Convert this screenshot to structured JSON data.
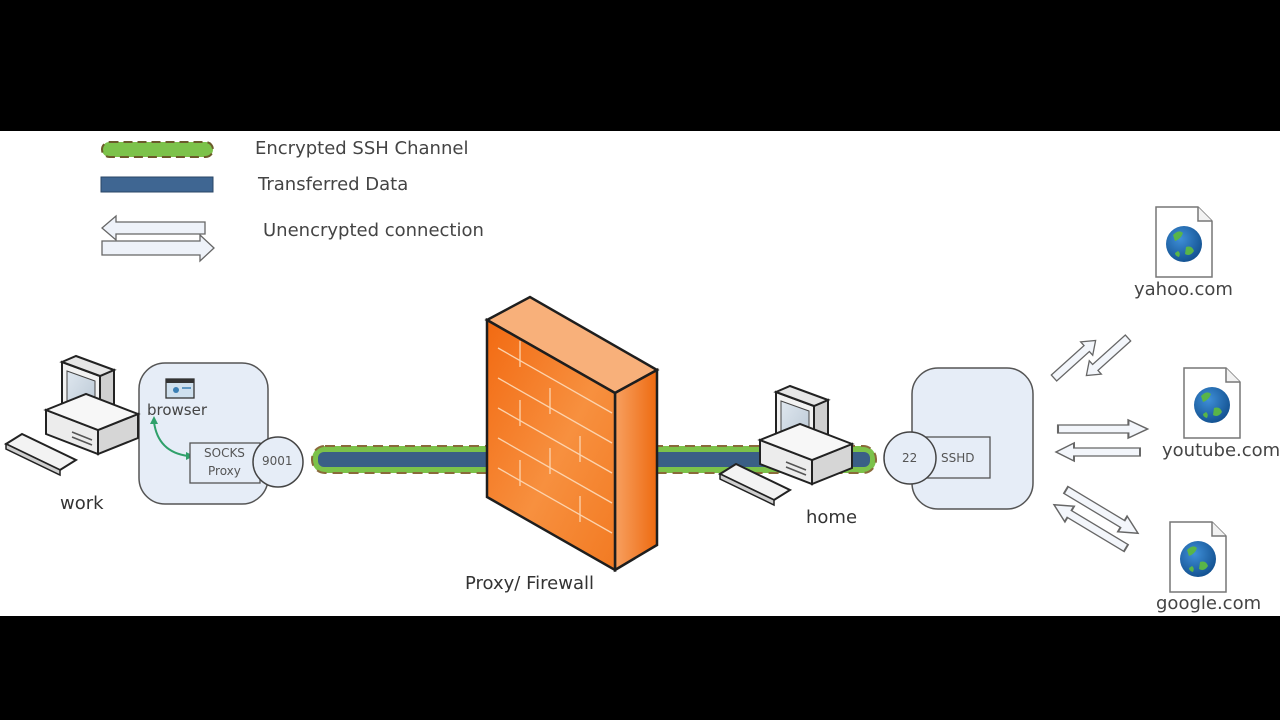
{
  "diagram": {
    "type": "network-ssh-tunnel",
    "legend": [
      {
        "id": "encrypted",
        "label": "Encrypted SSH Channel",
        "color": "#7cc24a",
        "dash_color": "#6b5a2a"
      },
      {
        "id": "data",
        "label": "Transferred Data",
        "color": "#3f6692"
      },
      {
        "id": "unencrypted",
        "label": "Unencrypted connection",
        "color": "#e8eef7"
      }
    ],
    "nodes": {
      "work": {
        "label": "work"
      },
      "browser": {
        "label": "browser"
      },
      "socks": {
        "line1": "SOCKS",
        "line2": "Proxy",
        "port": "9001"
      },
      "firewall": {
        "label": "Proxy/ Firewall",
        "color": "#f47920"
      },
      "home": {
        "label": "home"
      },
      "sshd": {
        "label": "SSHD",
        "port": "22"
      }
    },
    "sites": [
      {
        "label": "yahoo.com"
      },
      {
        "label": "youtube.com"
      },
      {
        "label": "google.com"
      }
    ],
    "colors": {
      "box_fill": "#e6edf7",
      "box_stroke": "#555555",
      "tunnel_green": "#7cc24a",
      "tunnel_blue": "#3a5f86",
      "globe_blue": "#1f6fb5",
      "globe_green": "#59b548"
    }
  }
}
